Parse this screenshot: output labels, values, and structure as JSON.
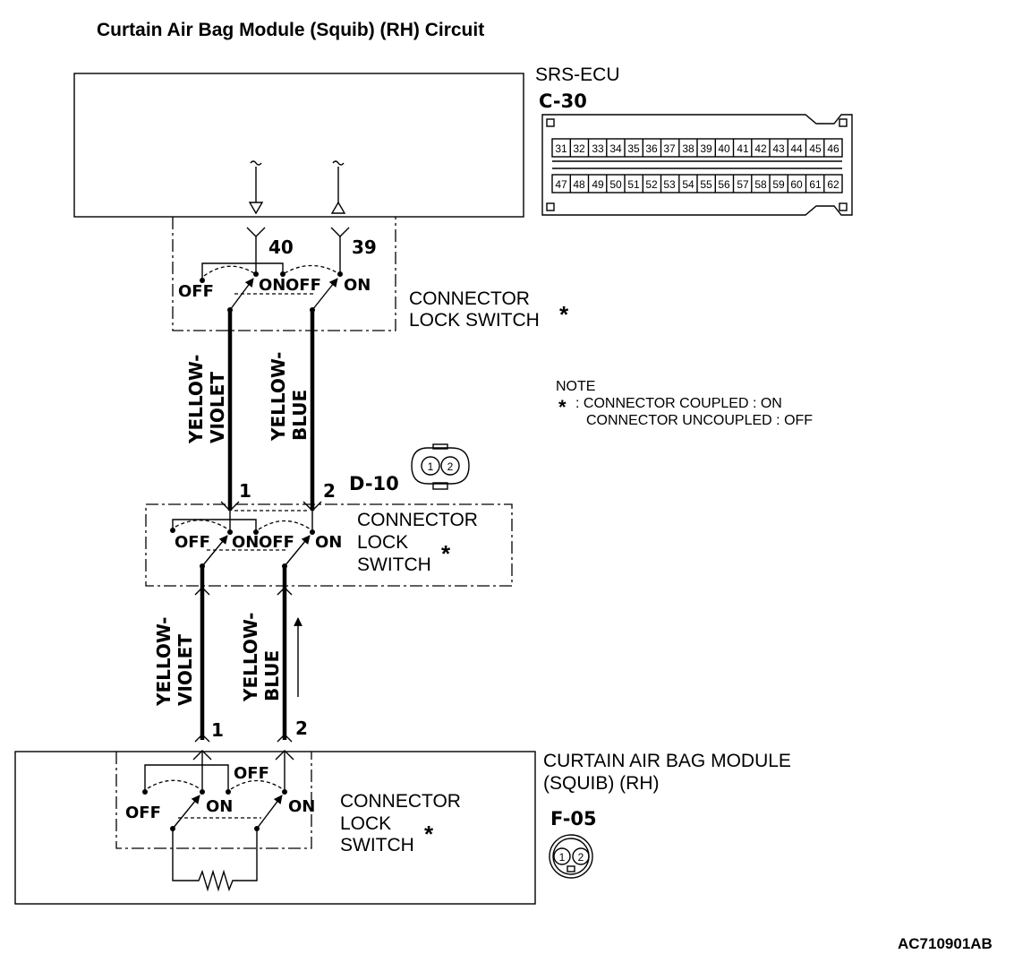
{
  "title": "Curtain Air Bag Module (Squib) (RH) Circuit",
  "ecu": {
    "name": "SRS-ECU",
    "connector": "C-30",
    "pins_top": [
      "31",
      "32",
      "33",
      "34",
      "35",
      "36",
      "37",
      "38",
      "39",
      "40",
      "41",
      "42",
      "43",
      "44",
      "45",
      "46"
    ],
    "pins_bottom": [
      "47",
      "48",
      "49",
      "50",
      "51",
      "52",
      "53",
      "54",
      "55",
      "56",
      "57",
      "58",
      "59",
      "60",
      "61",
      "62"
    ],
    "terminal_a": "40",
    "terminal_b": "39"
  },
  "switch_labels": {
    "off": "OFF",
    "on": "ON",
    "asterisk": "*"
  },
  "ecu_switch": {
    "line1": "CONNECTOR",
    "line2": "LOCK SWITCH"
  },
  "mid_switch": {
    "line1": "CONNECTOR",
    "line2": "LOCK",
    "line3": "SWITCH"
  },
  "module_switch": {
    "line1": "CONNECTOR",
    "line2": "LOCK",
    "line3": "SWITCH"
  },
  "wires": {
    "left_line1": "YELLOW-",
    "left_line2": "VIOLET",
    "right_line1": "YELLOW-",
    "right_line2": "BLUE"
  },
  "note": {
    "heading": "NOTE",
    "line1": ": CONNECTOR COUPLED : ON",
    "line2": "CONNECTOR UNCOUPLED : OFF"
  },
  "intermediate_connector": {
    "name": "D-10",
    "pin1": "1",
    "pin2": "2"
  },
  "module": {
    "line1": "CURTAIN AIR BAG MODULE",
    "line2": "(SQUIB) (RH)",
    "connector": "F-05",
    "pin1": "1",
    "pin2": "2"
  },
  "figure_code": "AC710901AB"
}
